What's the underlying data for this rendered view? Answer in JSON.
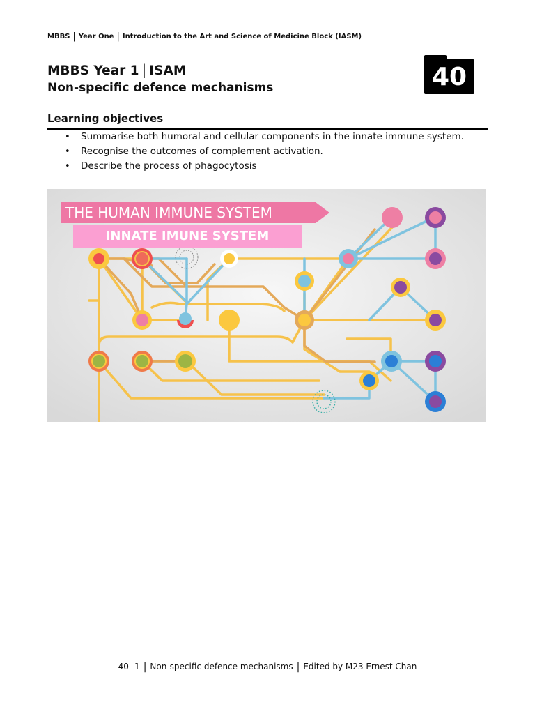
{
  "running_header": {
    "program": "MBBS",
    "year": "Year One",
    "block": "Introduction to the Art and Science of Medicine Block (IASM)"
  },
  "title": {
    "program_year": "MBBS Year 1",
    "module": "ISAM",
    "lecture_title": "Non-specific defence mechanisms",
    "lecture_number": "40"
  },
  "learning_objectives": {
    "heading": "Learning objectives",
    "items": [
      "Summarise both humoral and cellular components in the innate immune system.",
      "Recognise the outcomes of complement activation.",
      "Describe the process of phagocytosis"
    ]
  },
  "figure": {
    "title": "THE HUMAN IMMUNE SYSTEM",
    "subtitle": "INNATE IMUNE SYSTEM",
    "colors": {
      "background": "#e6e6e6",
      "line_yellow": "#f6c24b",
      "line_orange": "#e4a95a",
      "line_blue": "#7fc3df",
      "node_pink": "#ee7fa4",
      "node_purple": "#8a4aa0",
      "node_red": "#ef4f4f",
      "node_green": "#9db544",
      "node_blue": "#2b7fd6",
      "node_yellow": "#fbc83f"
    }
  },
  "footer": {
    "page": "40- 1",
    "title": "Non-specific defence mechanisms",
    "editor": "Edited by M23 Ernest Chan"
  }
}
